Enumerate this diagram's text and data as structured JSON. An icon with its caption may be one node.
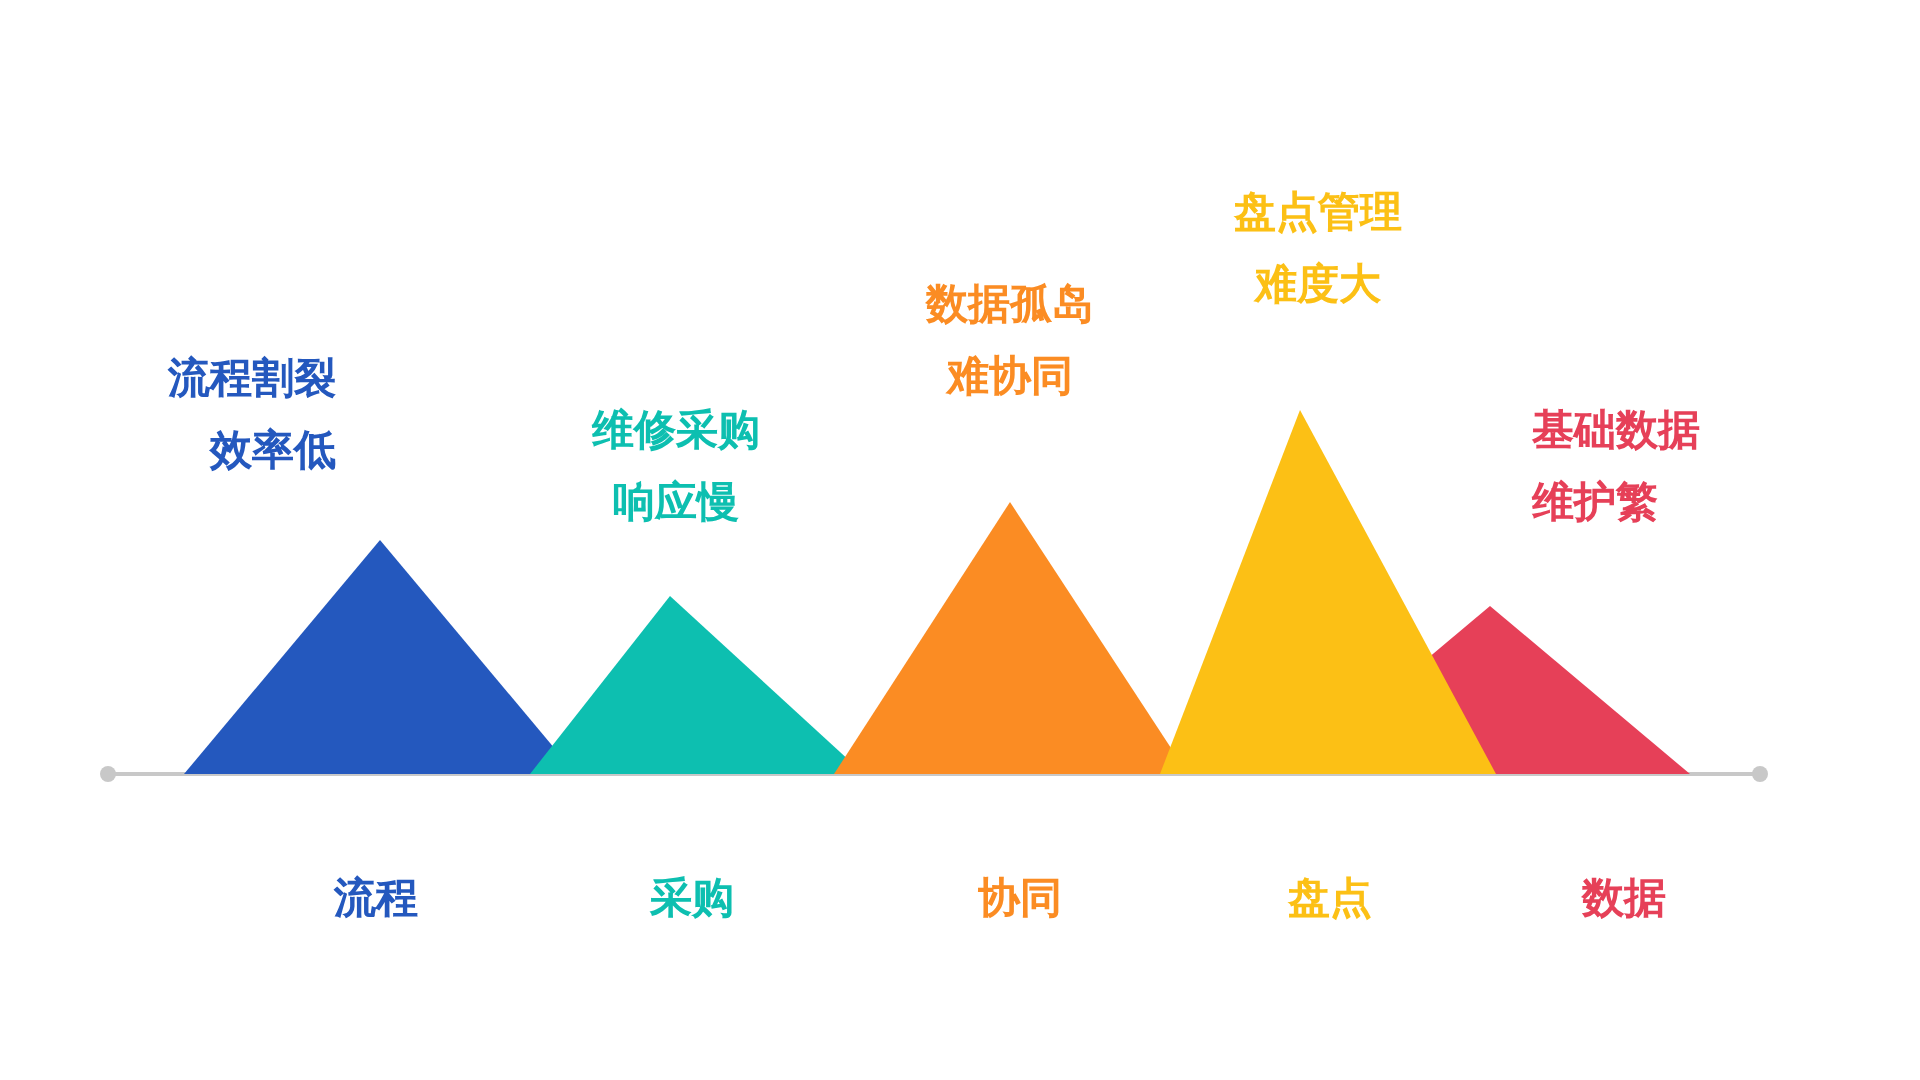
{
  "diagram": {
    "nodes": [
      {
        "text": [
          "流程割裂效率低"
        ],
        "beside": [
          "流程"
        ]
      },
      {
        "text": [
          "维修采购响应慢"
        ],
        "beside": [
          "采购"
        ]
      },
      {
        "text": [
          "数据孤岛难协同"
        ],
        "beside": [
          "协同"
        ]
      },
      {
        "text": [
          "盘点管理难度大"
        ],
        "beside": [
          "盘点"
        ]
      },
      {
        "text": [
          "基础数据维护繁"
        ],
        "beside": [
          "数据"
        ]
      }
    ]
  }
}
